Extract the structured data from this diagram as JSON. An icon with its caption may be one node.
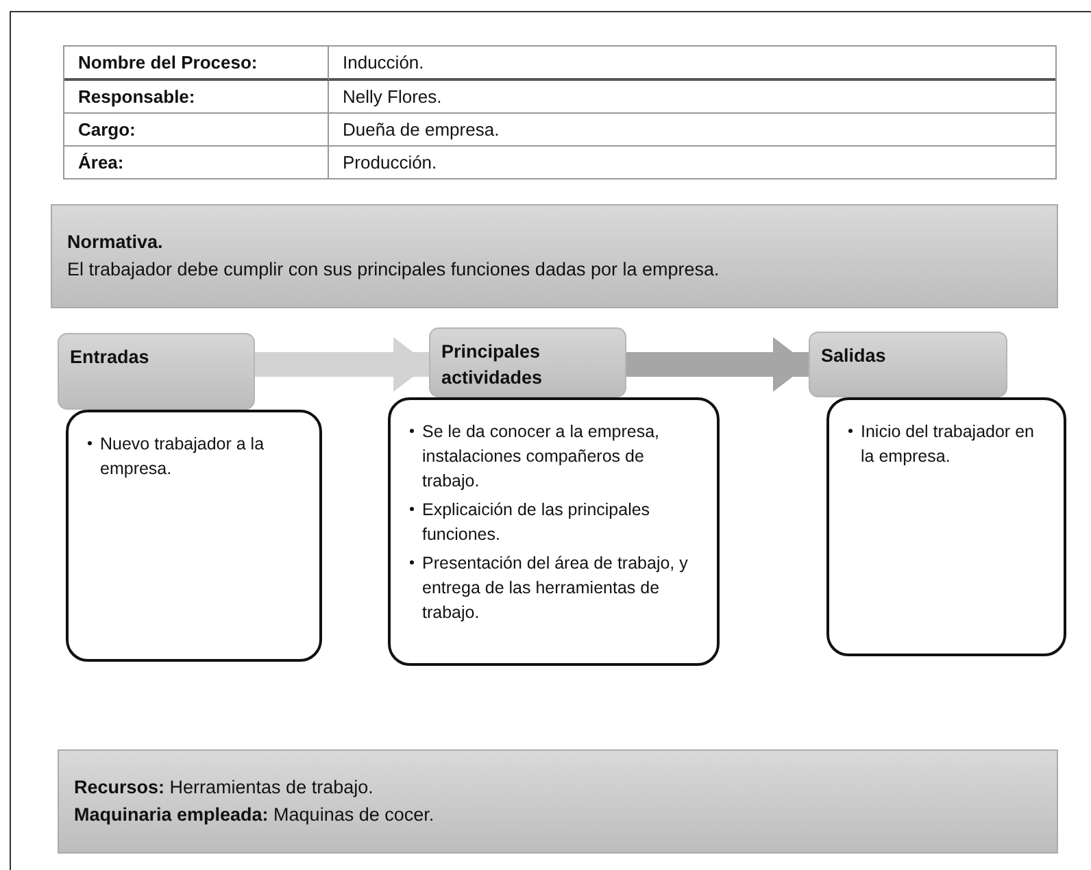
{
  "diagram": {
    "nodes": [
      {
        "text": [
          "Normativa.",
          "El trabajador debe cumplir con sus principales funciones dadas por la empresa."
        ]
      },
      {
        "text": [
          "Entradas"
        ]
      },
      {
        "text": [
          "Nuevo trabajador a la empresa."
        ]
      },
      {
        "text": [
          "Principales actividades"
        ]
      },
      {
        "text": [
          "Se le da conocer a la empresa, instalaciones compañeros de trabajo.",
          "Explicaición de las principales funciones.",
          "Presentación del área de trabajo, y entrega de las herramientas de trabajo."
        ]
      },
      {
        "text": [
          "Salidas"
        ]
      },
      {
        "text": [
          "Inicio del trabajador en la empresa."
        ]
      },
      {
        "text": [
          "**Recursos:** Herramientas de trabajo.",
          "**Maquinaria empleada:** Maquinas de cocer."
        ]
      }
    ],
    "edges": [
      {
        "from": 1,
        "to": 3,
        "arrow": "to"
      },
      {
        "from": 3,
        "to": 5,
        "arrow": "to",
        "color": "#a6a6a6"
      }
    ],
    "labels": [
      "Nombre del Proceso:",
      "Inducción.",
      "Responsable:",
      "Nelly Flores.",
      "Cargo:",
      "Dueña de empresa.",
      "Área:",
      "Producción."
    ]
  }
}
